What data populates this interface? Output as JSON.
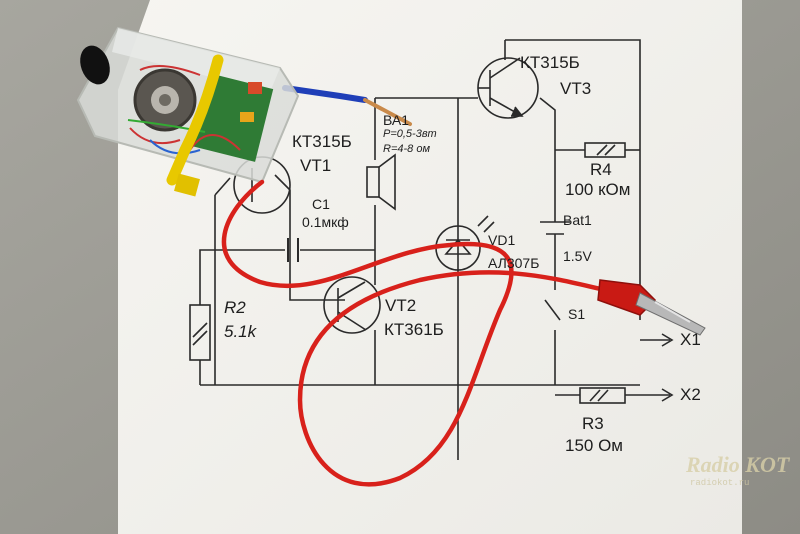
{
  "schematic": {
    "vt3": {
      "type": "КТ315Б",
      "ref": "VT3"
    },
    "vt1": {
      "type": "КТ315Б",
      "ref": "VT1"
    },
    "vt2": {
      "type": "КТ361Б",
      "ref": "VT2"
    },
    "ba1": {
      "ref": "ВА1",
      "power": "P=0,5-3вт",
      "resistance": "R=4-8 ом"
    },
    "c1": {
      "ref": "C1",
      "value": "0.1мкф"
    },
    "vd1": {
      "ref": "VD1",
      "type": "АЛ307Б"
    },
    "bat1": {
      "ref": "Bat1",
      "voltage": "1.5V"
    },
    "r4": {
      "ref": "R4",
      "value": "100 кОм"
    },
    "r2": {
      "ref": "R2",
      "value": "5.1k"
    },
    "r3": {
      "ref": "R3",
      "value": "150 Ом"
    },
    "s1": {
      "ref": "S1"
    },
    "x1": {
      "ref": "X1"
    },
    "x2": {
      "ref": "X2"
    }
  },
  "watermark": {
    "logo": "Radio KOT",
    "url": "radiokot.ru"
  },
  "colors": {
    "paper": "#f4f3ef",
    "wire_red": "#d8211b",
    "strap_yellow": "#e8c800",
    "line": "#2a2a2a"
  }
}
